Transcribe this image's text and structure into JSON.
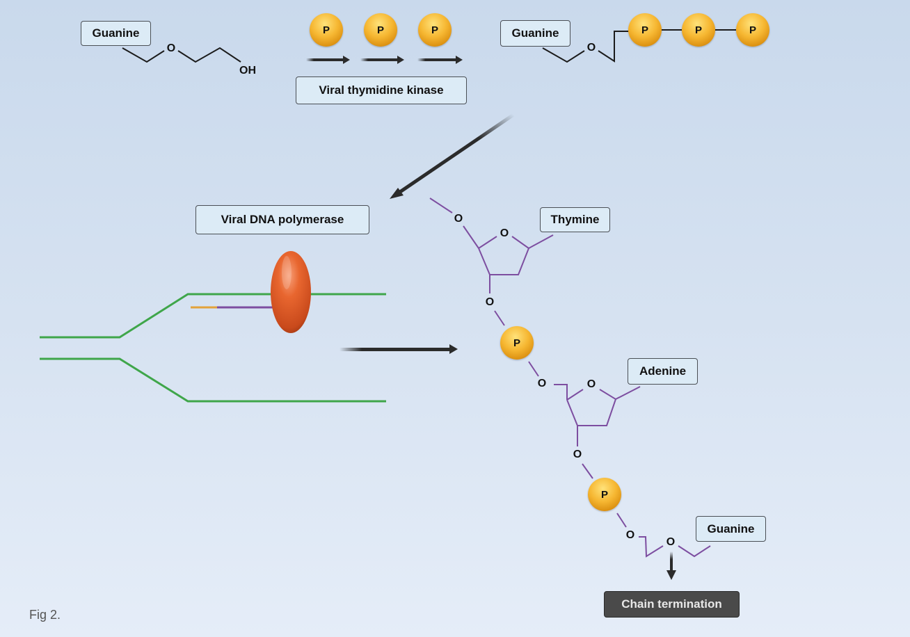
{
  "figure": {
    "caption": "Fig 2.",
    "colors": {
      "background_top": "#c9d9ec",
      "background_bottom": "#e5edf8",
      "dna_strand": "#3fa64a",
      "sugar_backbone": "#7d4ea0",
      "primer_tip": "#e3a23a",
      "polymerase": "#e0602a",
      "phosphate": "#f3b22f",
      "arrow": "#2b2b2b"
    }
  },
  "step1": {
    "substrate_base": "Guanine",
    "hydroxyl": "OH",
    "ether_oxygen": "O",
    "phosphates": [
      "P",
      "P",
      "P"
    ],
    "enzyme": "Viral thymidine kinase",
    "product_base": "Guanine",
    "product_oxygen": "O",
    "product_phosphates": [
      "P",
      "P",
      "P"
    ]
  },
  "step2": {
    "enzyme": "Viral DNA polymerase"
  },
  "chain": {
    "nucleotides": [
      {
        "base": "Thymine",
        "ring_oxygen": "O",
        "five_prime_oxygen": "O",
        "three_prime_oxygen": "O"
      },
      {
        "base": "Adenine",
        "ring_oxygen": "O",
        "five_prime_oxygen": "O",
        "three_prime_oxygen": "O"
      },
      {
        "base": "Guanine",
        "five_prime_oxygen": "O",
        "ether_oxygen": "O"
      }
    ],
    "phosphates": [
      "P",
      "P"
    ],
    "result": "Chain termination"
  }
}
